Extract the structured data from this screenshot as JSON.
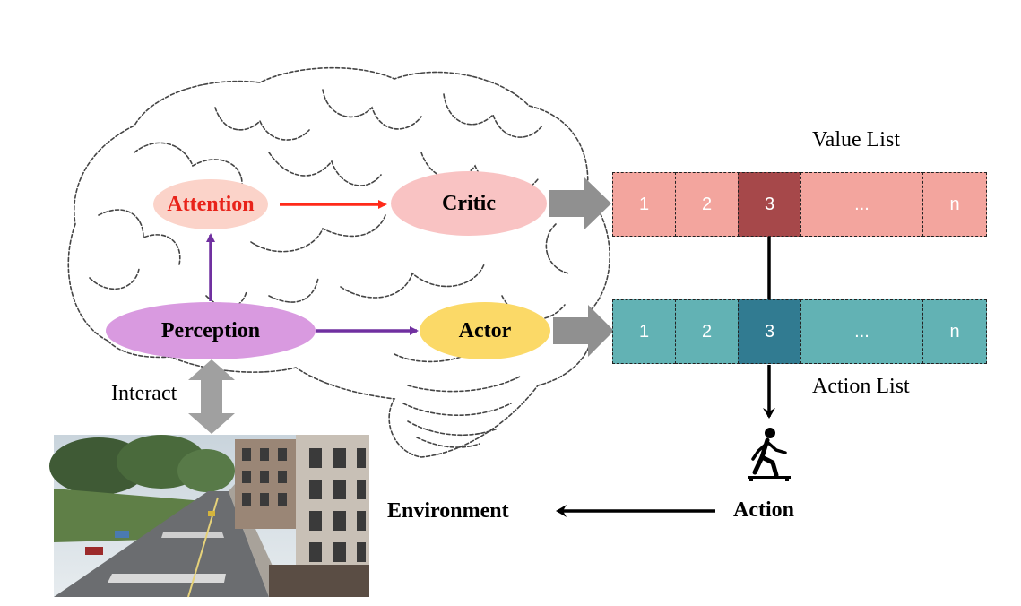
{
  "nodes": {
    "attention": "Attention",
    "critic": "Critic",
    "perception": "Perception",
    "actor": "Actor"
  },
  "labels": {
    "value_list": "Value List",
    "action_list": "Action List",
    "interact": "Interact",
    "environment": "Environment",
    "action": "Action"
  },
  "value_list": [
    "1",
    "2",
    "3",
    "...",
    "n"
  ],
  "action_list": [
    "1",
    "2",
    "3",
    "...",
    "n"
  ],
  "colors": {
    "attention_fill": "#fbd3c9",
    "attention_text": "#e8231a",
    "critic_fill": "#f9c3c3",
    "perception_fill": "#d99ae0",
    "actor_fill": "#fbd967",
    "value_cell": "#f3a59e",
    "value_selected": "#a6484a",
    "action_cell": "#62b2b4",
    "action_selected": "#317b91",
    "red_arrow": "#ff2a1a",
    "purple_arrow": "#7030a0",
    "gray_arrow": "#909090"
  },
  "icons": {
    "action": "walking-person-icon",
    "environment": "city-street-scene-image"
  }
}
